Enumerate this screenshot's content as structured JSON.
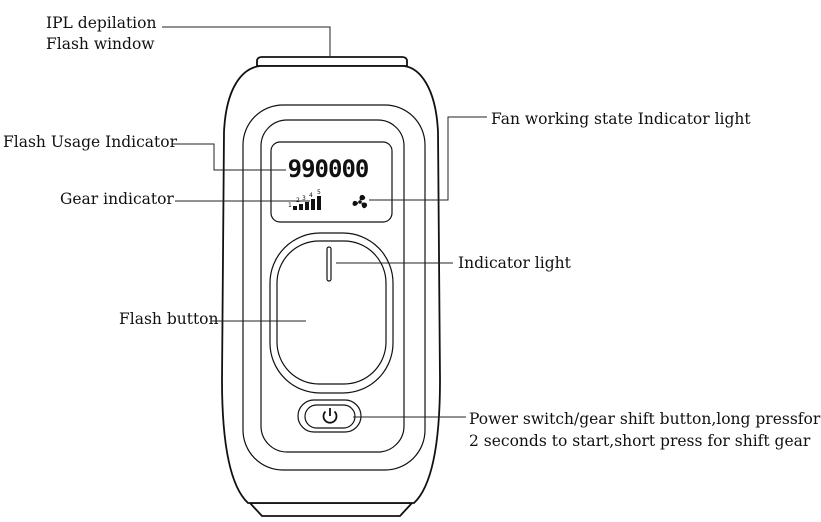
{
  "labels": {
    "ipl_line1": "IPL depilation",
    "ipl_line2": "Flash window",
    "flash_usage": "Flash Usage Indicator",
    "gear": "Gear indicator",
    "flash_button": "Flash button",
    "fan": "Fan working state Indicator light",
    "indicator_light": "Indicator light",
    "power_line1": "Power switch/gear shift button,long pressfor",
    "power_line2": "2 seconds to start,short press for shift gear"
  },
  "display": {
    "counter": "990000",
    "gear_levels": [
      "1",
      "2",
      "3",
      "4",
      "5"
    ]
  },
  "icons": {
    "fan": "fan-icon",
    "power": "power-icon"
  }
}
